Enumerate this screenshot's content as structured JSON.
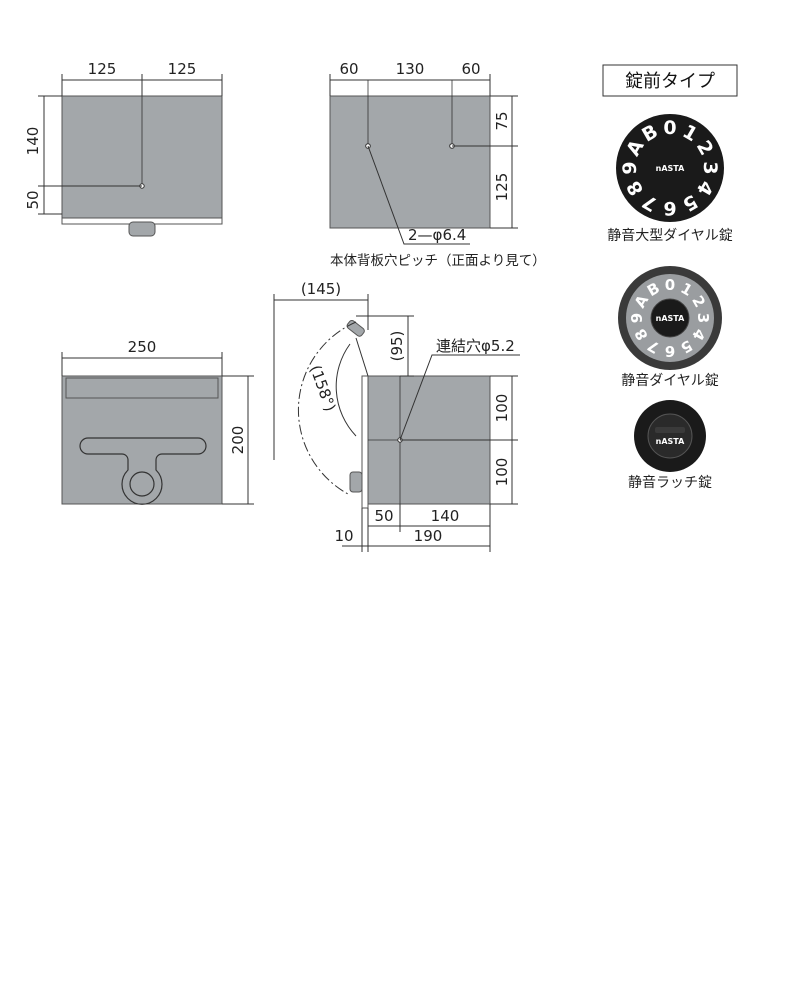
{
  "views": {
    "front_top": {
      "w_left": "125",
      "w_right": "125",
      "h_upper": "140",
      "h_lower": "50"
    },
    "back": {
      "w_left": "60",
      "w_mid": "130",
      "w_right": "60",
      "h_upper": "75",
      "h_lower": "125",
      "hole_label": "2—φ6.4",
      "hole_caption": "本体背板穴ピッチ（正面より見て）"
    },
    "front": {
      "width": "250",
      "height": "200"
    },
    "side": {
      "door_reach": "(145)",
      "door_drop": "(95)",
      "angle": "(158°)",
      "link_hole": "連結穴φ5.2",
      "h_upper": "100",
      "h_lower": "100",
      "depth_front": "50",
      "depth_rear": "140",
      "lip": "10",
      "depth_total": "190"
    }
  },
  "locks": {
    "heading": "錠前タイプ",
    "items": [
      {
        "name": "静音大型ダイヤル錠",
        "brand": "nASTA",
        "dial_chars": "AB0123456789"
      },
      {
        "name": "静音ダイヤル錠",
        "brand": "nASTA",
        "dial_chars": "AB0123456789"
      },
      {
        "name": "静音ラッチ錠",
        "brand": "nASTA"
      }
    ]
  },
  "colors": {
    "body": "#a3a7aa",
    "lock_black": "#1a1a1a",
    "lock_rim": "#3a3a3a",
    "dial_grey": "#9a9da0"
  }
}
